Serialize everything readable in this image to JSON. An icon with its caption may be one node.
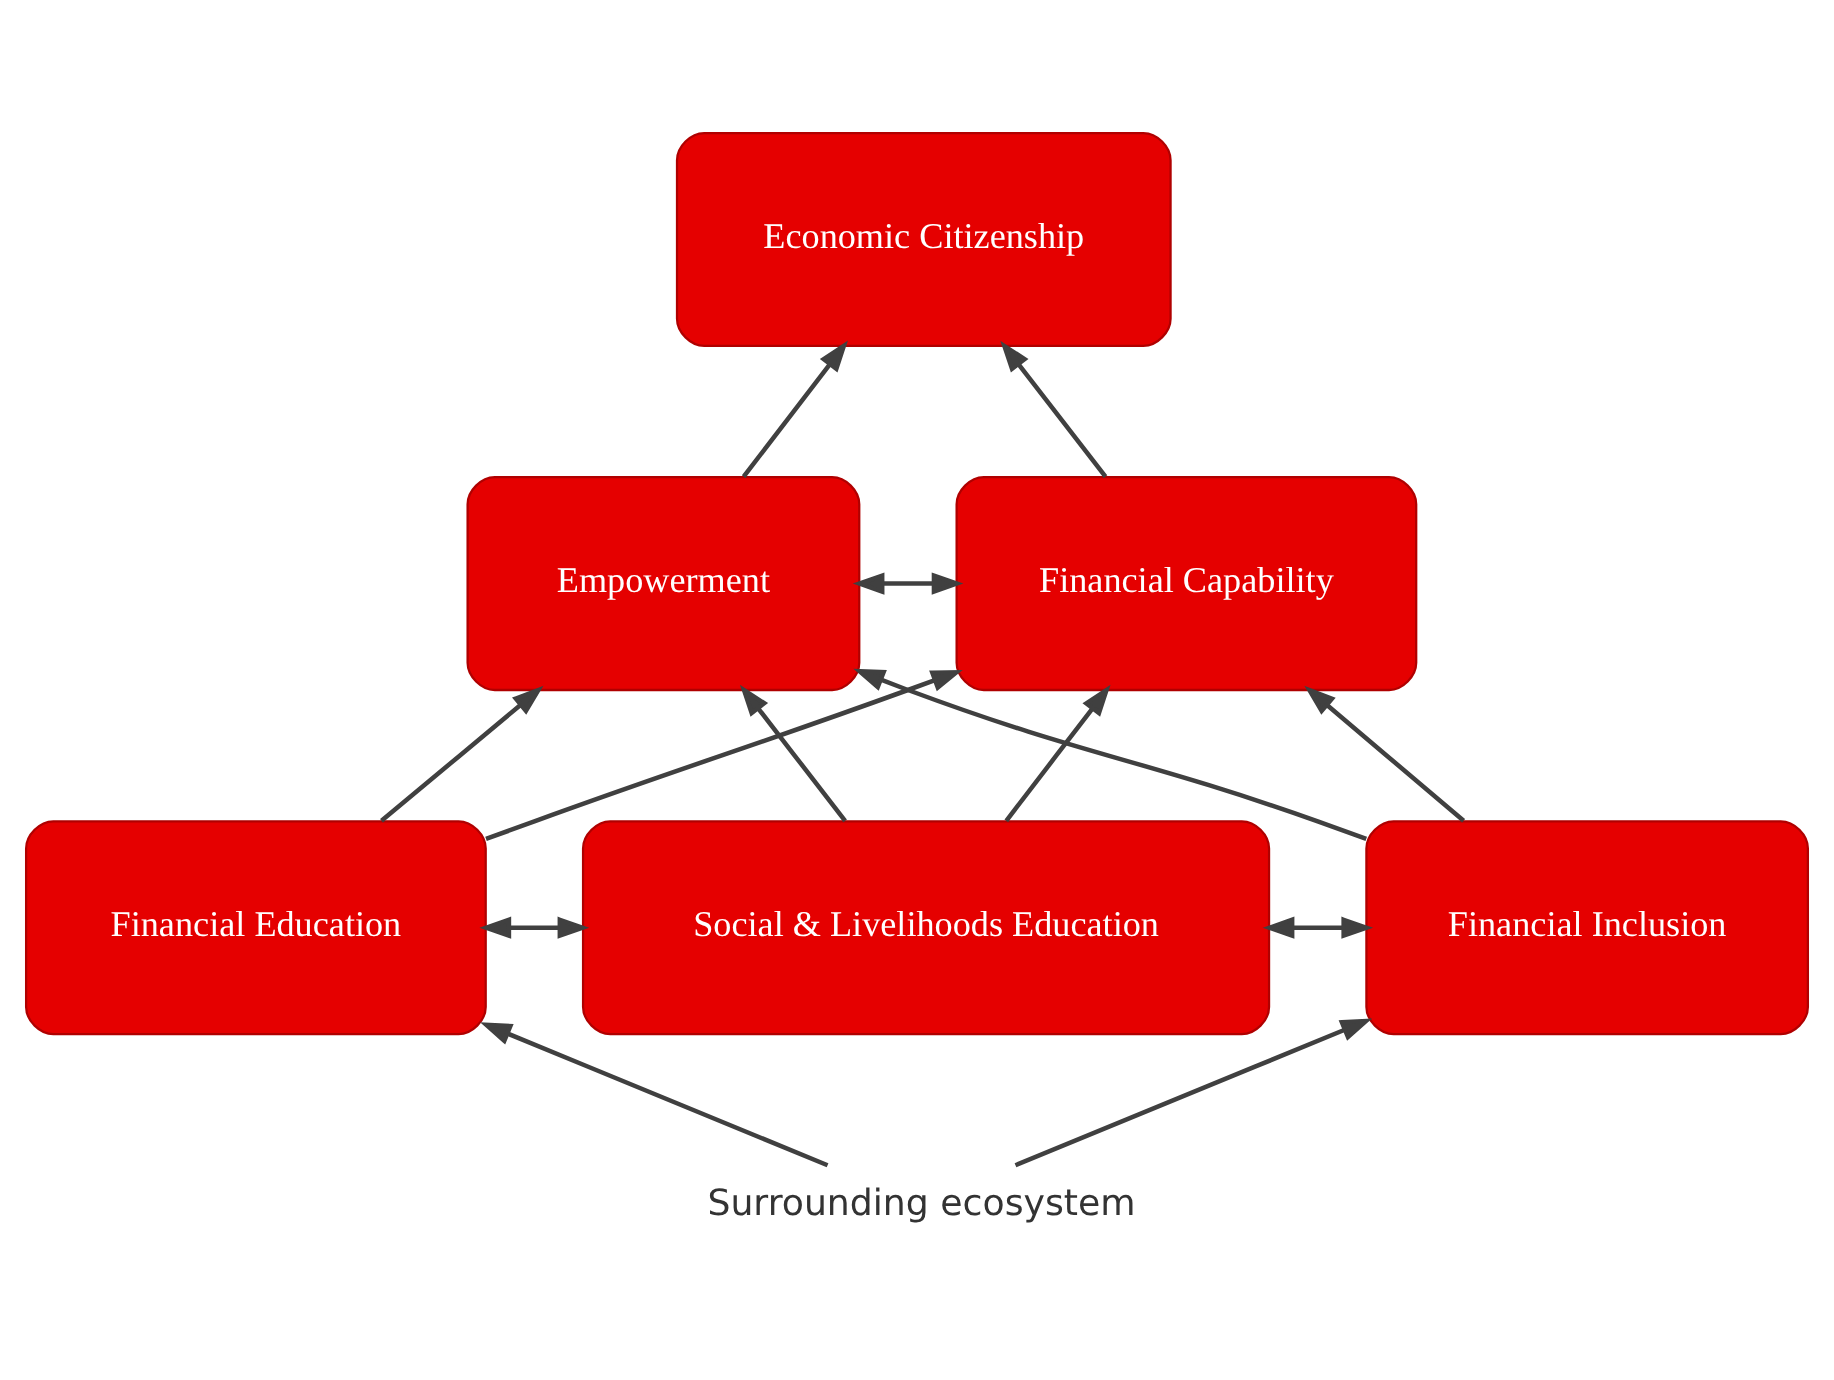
{
  "diagram": {
    "nodes": [
      {
        "text": [
          "Economic Citizenship"
        ]
      },
      {
        "text": [
          "Empowerment"
        ]
      },
      {
        "text": [
          "Financial Capability"
        ]
      },
      {
        "text": [
          "Financial Education"
        ]
      },
      {
        "text": [
          "Social & Livelihoods Education"
        ]
      },
      {
        "text": [
          "Financial Inclusion"
        ]
      },
      {
        "text": [
          "Surrounding ecosystem"
        ]
      }
    ],
    "edges": [
      {
        "from": 1,
        "to": 0,
        "arrow": "to"
      },
      {
        "from": 2,
        "to": 0,
        "arrow": "to"
      },
      {
        "from": 1,
        "to": 2,
        "arrow": "both"
      },
      {
        "from": 3,
        "to": 1,
        "arrow": "to"
      },
      {
        "from": 3,
        "to": 2,
        "arrow": "to"
      },
      {
        "from": 4,
        "to": 1,
        "arrow": "to"
      },
      {
        "from": 4,
        "to": 2,
        "arrow": "to"
      },
      {
        "from": 5,
        "to": 1,
        "arrow": "to"
      },
      {
        "from": 5,
        "to": 2,
        "arrow": "to"
      },
      {
        "from": 3,
        "to": 4,
        "arrow": "both"
      },
      {
        "from": 4,
        "to": 5,
        "arrow": "both"
      },
      {
        "from": 6,
        "to": 3,
        "arrow": "to"
      },
      {
        "from": 6,
        "to": 5,
        "arrow": "to"
      }
    ]
  }
}
